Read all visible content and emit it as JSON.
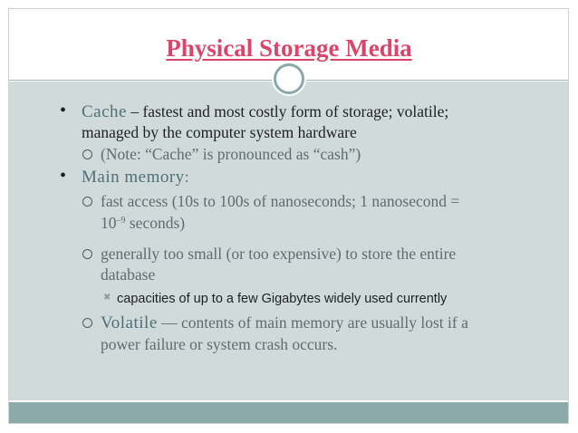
{
  "slide": {
    "title": "Physical Storage Media",
    "items": [
      {
        "level": 1,
        "keyword": "Cache",
        "separator": " – ",
        "text": "fastest and most costly form of storage; volatile;",
        "text2": "managed by the computer system hardware"
      },
      {
        "level": 2,
        "text": "(Note: “Cache” is pronounced as “cash”)"
      },
      {
        "level": 1,
        "keyword": "Main memory",
        "separator": ":"
      },
      {
        "level": 2,
        "text": "fast access (10s to 100s of nanoseconds; 1 nanosecond =",
        "text2_base": "10",
        "text2_sup": "–9",
        "text2_rest": " seconds)"
      },
      {
        "level": 2,
        "text": "generally too small (or too expensive) to store the entire",
        "text2": "database"
      },
      {
        "level": 3,
        "text": "capacities of up to a few Gigabytes widely used currently"
      },
      {
        "level": 2,
        "keyword": "Volatile",
        "separator": " — ",
        "text": "contents of main memory are usually lost if a",
        "text2": "power failure or system crash occurs."
      }
    ]
  },
  "icons": {
    "level1": "•",
    "level3": "✖"
  },
  "colors": {
    "title": "#d9466a",
    "body_background": "#d1dadb",
    "footer_bar": "#8daaab",
    "accent_circle": "#8aa8aa",
    "keyword": "#4f6f78"
  }
}
